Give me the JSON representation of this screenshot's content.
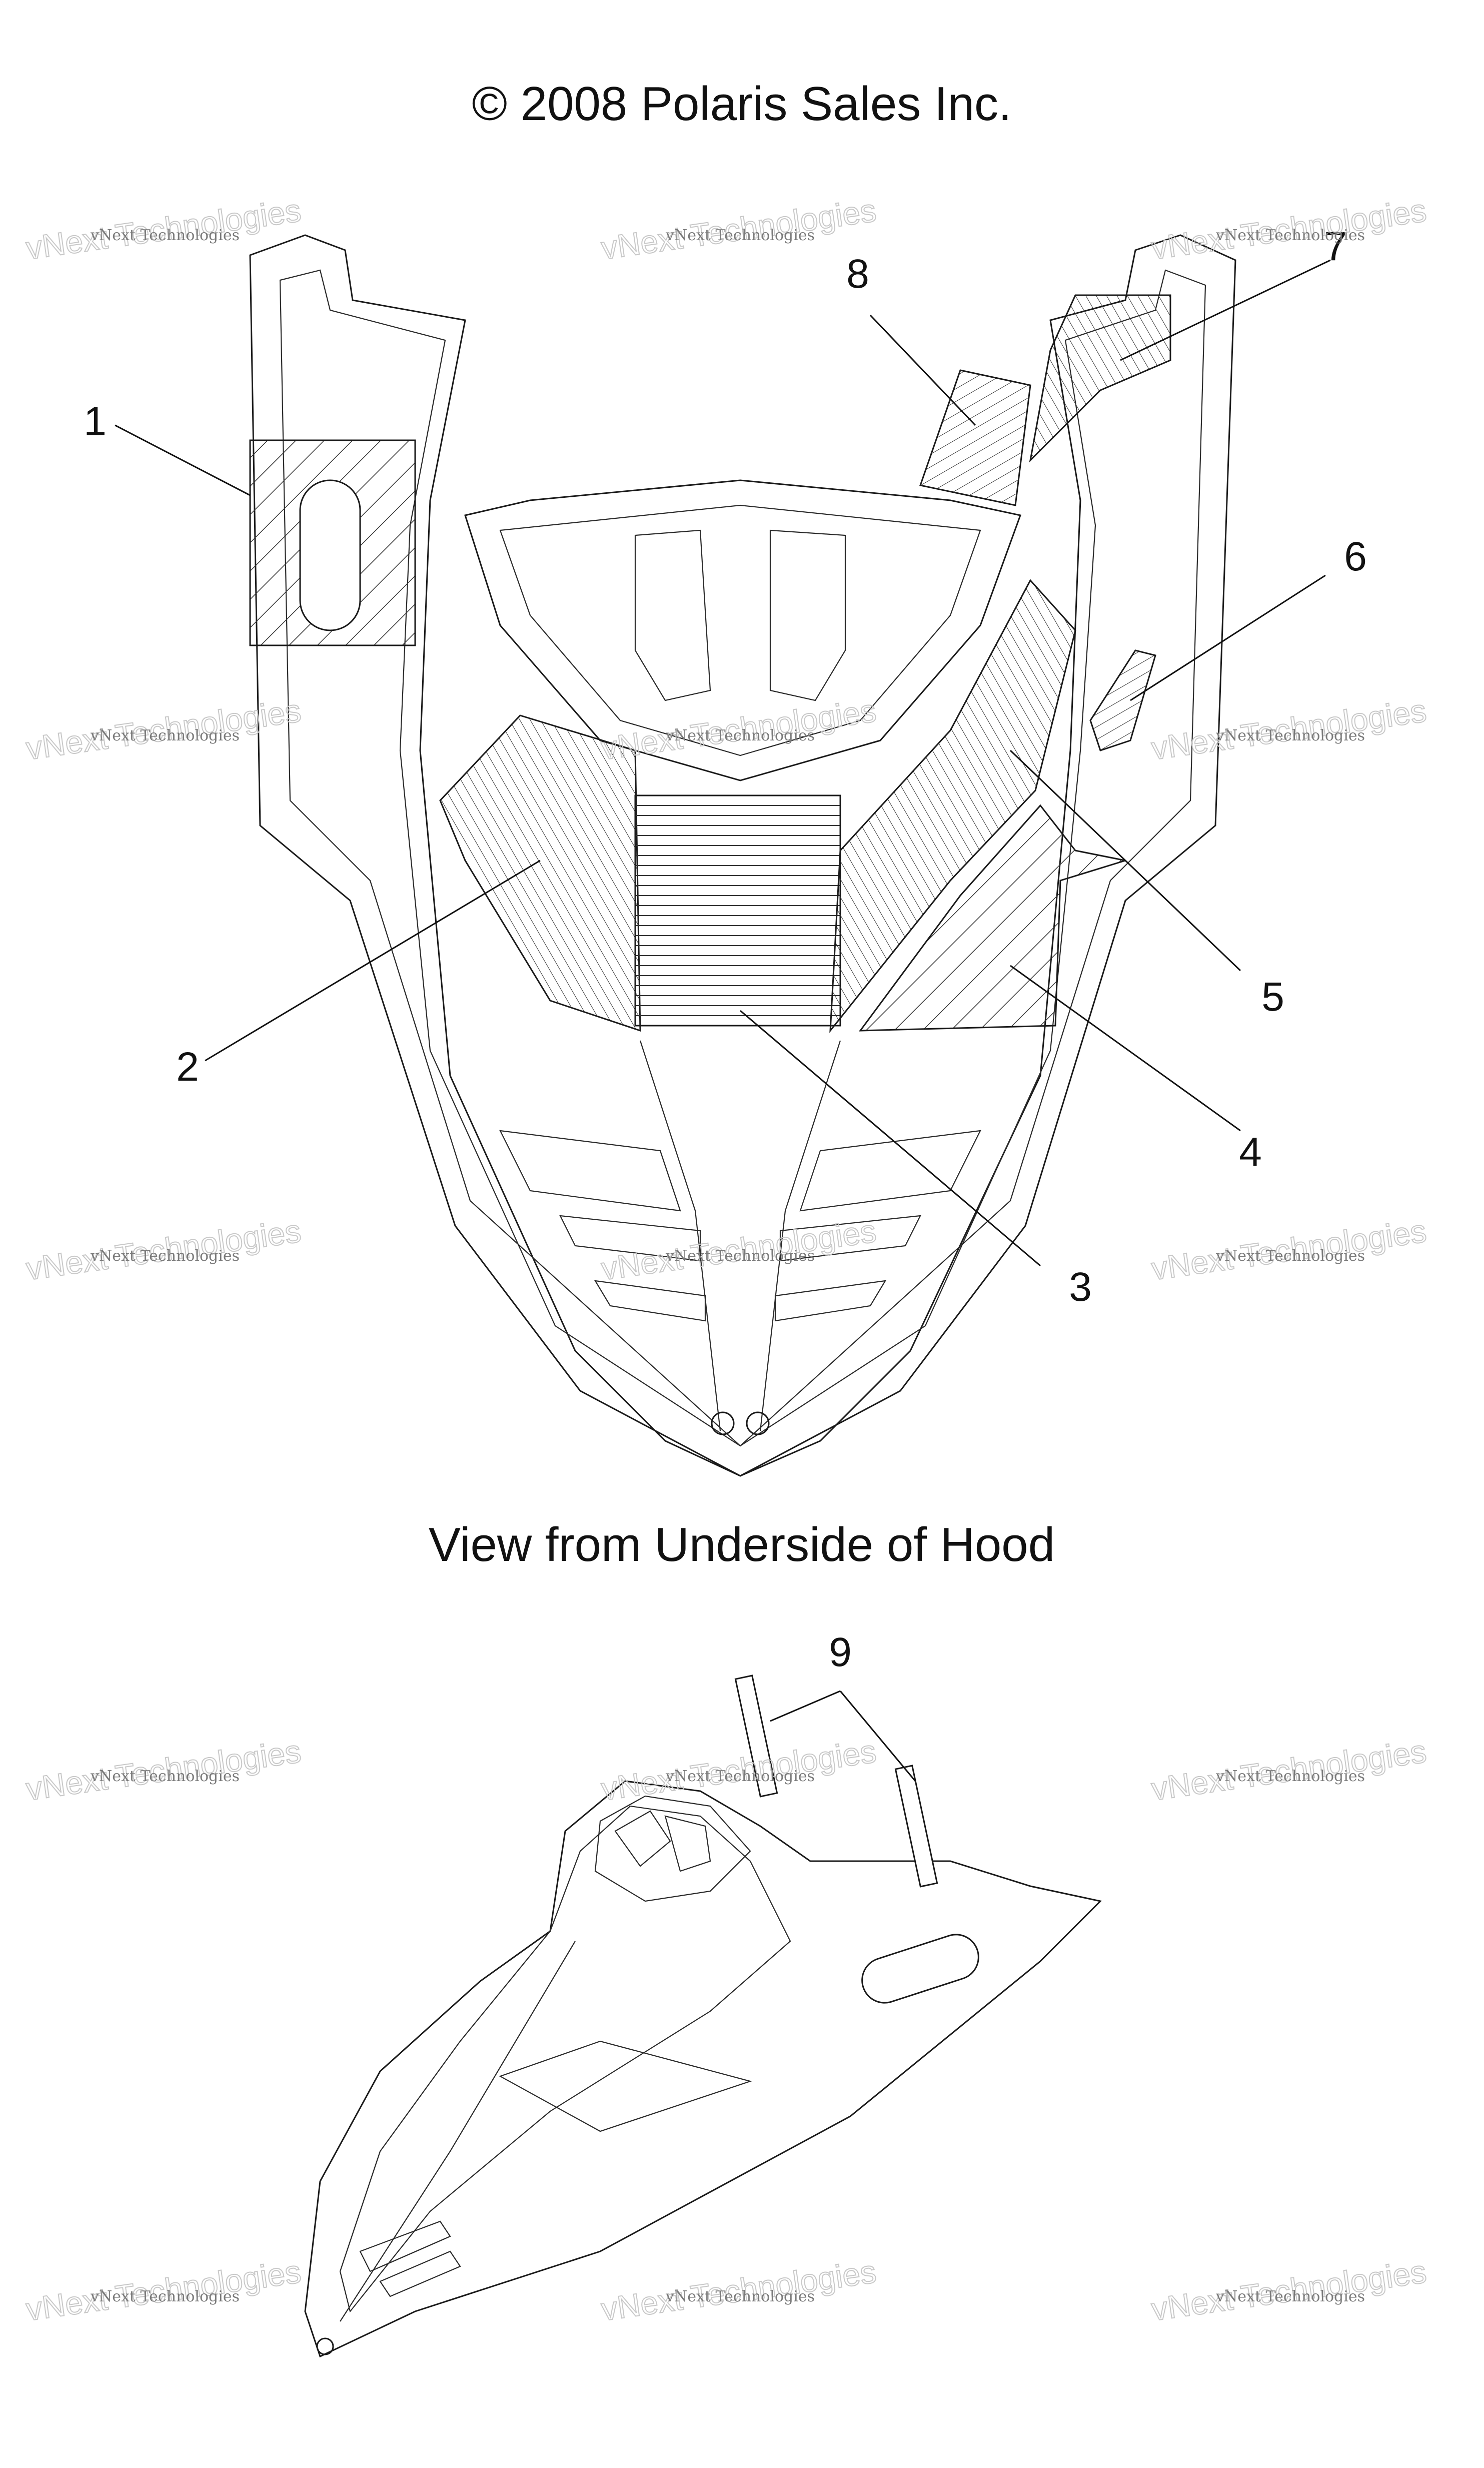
{
  "header": {
    "copyright": "© 2008 Polaris Sales Inc."
  },
  "captions": {
    "top_view": "View from Underside of Hood"
  },
  "callouts": [
    "1",
    "2",
    "3",
    "4",
    "5",
    "6",
    "7",
    "8",
    "9"
  ],
  "watermark": {
    "line1": "vNext Technologies",
    "line2": "vNext Technologies"
  },
  "colors": {
    "line": "#1a1a1a",
    "background": "#ffffff",
    "watermark": "#c8c8c8"
  }
}
